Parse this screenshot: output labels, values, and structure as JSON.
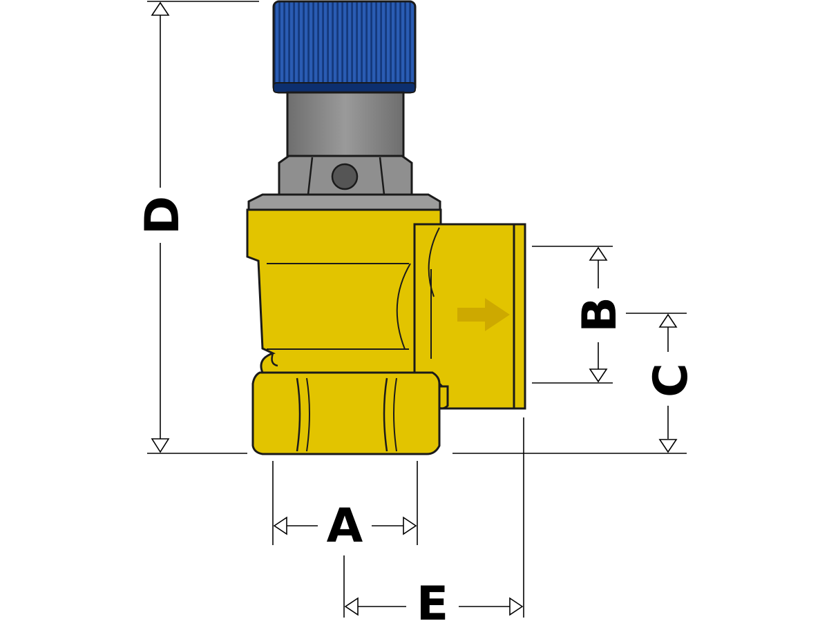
{
  "dimensions": {
    "a": "A",
    "b": "B",
    "c": "C",
    "d": "D",
    "e": "E"
  },
  "colors": {
    "body": "#e2c400",
    "body_light": "#ead21a",
    "body_shadow": "#c9ad00",
    "knob": "#1f4fa3",
    "knob_dark": "#0d2f6e",
    "stem": "#8a8a8a",
    "nut": "#9a9a9a",
    "arrow_mark": "#c9a400",
    "line": "#000000"
  },
  "icons": {
    "flow_arrow": "flow-direction-arrow-icon"
  }
}
